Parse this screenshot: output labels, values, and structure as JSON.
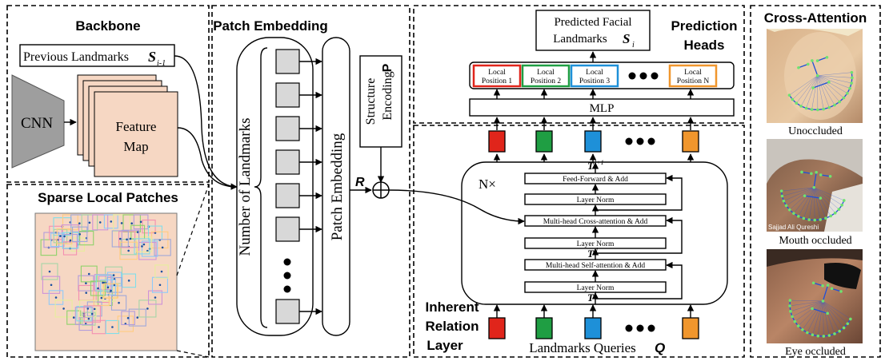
{
  "backbone": {
    "title": "Backbone",
    "prev_landmarks": "Previous Landmarks",
    "prev_landmarks_symbol": "S",
    "prev_landmarks_sub": "i-1",
    "cnn": "CNN",
    "feature_map_line1": "Feature",
    "feature_map_line2": "Map"
  },
  "sparse_patches": {
    "title": "Sparse Local Patches"
  },
  "patch_embedding": {
    "title": "Patch Embedding",
    "num_landmarks": "Number of Landmarks",
    "module_label": "Patch Embedding",
    "structure_encoding_line1": "Structure",
    "structure_encoding_line2": "Encoding",
    "structure_symbol": "P",
    "r_symbol": "R"
  },
  "prediction_heads": {
    "title_line1": "Prediction",
    "title_line2": "Heads",
    "output_line1": "Predicted Facial",
    "output_line2": "Landmarks",
    "output_symbol": "S",
    "output_sub": "i",
    "positions": [
      {
        "line1": "Local",
        "line2": "Position 1",
        "color": "#e0251b"
      },
      {
        "line1": "Local",
        "line2": "Position 2",
        "color": "#1f9e43"
      },
      {
        "line1": "Local",
        "line2": "Position 3",
        "color": "#1e90d8"
      },
      {
        "line1": "Local",
        "line2": "Position N",
        "color": "#f0962d"
      }
    ],
    "mlp": "MLP"
  },
  "relation_layer": {
    "title_line1": "Inherent",
    "title_line2": "Relation",
    "title_line3": "Layer",
    "repeat": "N×",
    "blocks": [
      "Feed-Forward & Add",
      "Layer Norm",
      "Multi-head Cross-attention & Add",
      "Layer Norm",
      "Multi-head Self-attention & Add",
      "Layer Norm"
    ],
    "t_top": "T",
    "t_top_sup": "l+1",
    "t_mid": "T",
    "t_mid_sup": "'l",
    "t_bottom": "T",
    "t_bottom_sup": "l",
    "queries_label": "Landmarks Queries",
    "queries_symbol": "Q",
    "token_colors": [
      "#e0251b",
      "#1f9e43",
      "#1e90d8",
      "#f0962d"
    ]
  },
  "cross_attention": {
    "title": "Cross-Attention",
    "captions": [
      "Unoccluded",
      "Mouth occluded",
      "Eye occluded"
    ],
    "watermark": "Sajjad Ali Qureshi"
  }
}
